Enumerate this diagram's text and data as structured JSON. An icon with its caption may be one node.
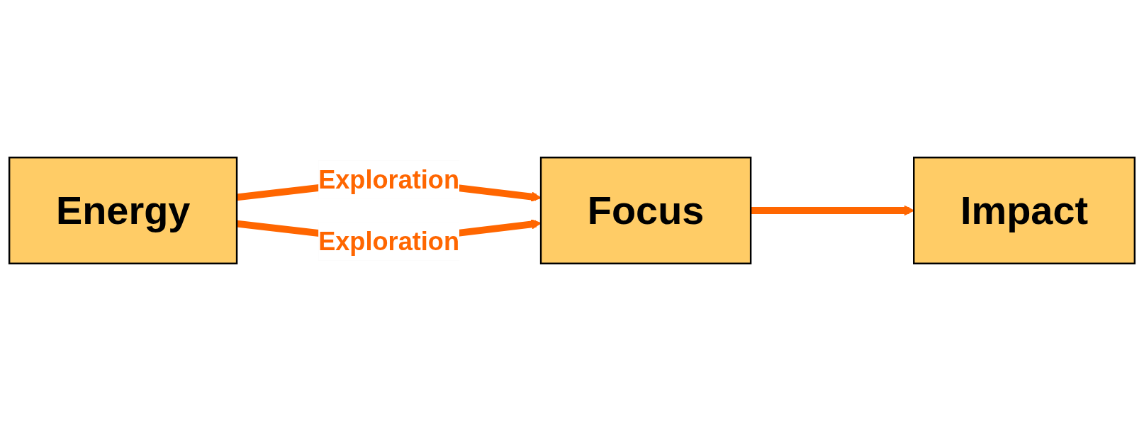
{
  "diagram": {
    "nodes": [
      {
        "text": [
          "Energy"
        ]
      },
      {
        "text": [
          "Focus"
        ]
      },
      {
        "text": [
          "Impact"
        ]
      }
    ],
    "edges": [
      {
        "from": 0,
        "to": 1,
        "arrow": "to",
        "label": "Exploration"
      },
      {
        "from": 0,
        "to": 1,
        "arrow": "to",
        "label": "Exploration"
      },
      {
        "from": 1,
        "to": 2,
        "arrow": "to"
      }
    ]
  }
}
